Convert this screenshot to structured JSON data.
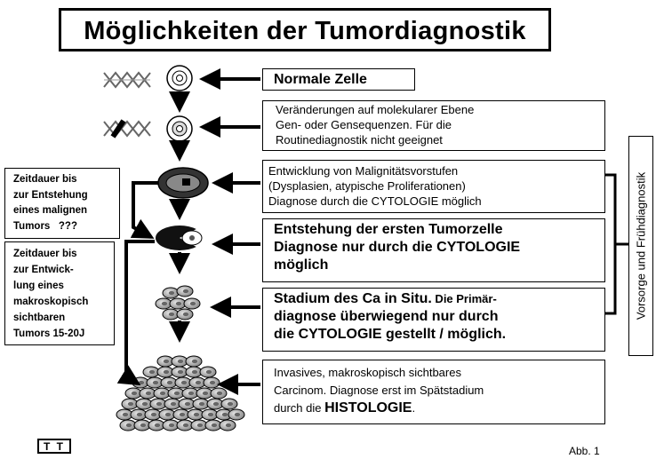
{
  "title": "Möglichkeiten der Tumordiagnostik",
  "steps": [
    {
      "lines": [
        "Normale Zelle"
      ]
    },
    {
      "lines": [
        "Veränderungen auf molekularer Ebene",
        "Gen- oder Gensequenzen. Für die",
        "Routinediagnostik nicht geeignet"
      ]
    },
    {
      "lines": [
        "Entwicklung von Malignitätsvorstufen",
        "(Dysplasien, atypische Proliferationen)",
        "Diagnose durch die CYTOLOGIE möglich"
      ]
    },
    {
      "lines": [
        "Entstehung der ersten Tumorzelle",
        "Diagnose nur durch die CYTOLOGIE",
        "möglich"
      ]
    },
    {
      "line1_bold": "Stadium des Ca in Situ.",
      "line1_rest": " Die Primär-",
      "lines": [
        "diagnose überwiegend nur durch",
        "die CYTOLOGIE gestellt / möglich."
      ]
    },
    {
      "lines": [
        "Invasives, makroskopisch sichtbares",
        "Carcinom. Diagnose erst im Spätstadium"
      ],
      "line3_prefix": "durch die ",
      "line3_bold": "HISTOLOGIE",
      "line3_suffix": "."
    }
  ],
  "side_notes": [
    {
      "lines": [
        "Zeitdauer bis",
        "zur Entstehung",
        "eines malignen",
        "Tumors   ???"
      ]
    },
    {
      "lines": [
        "Zeitdauer bis",
        "zur Entwick-",
        "lung eines",
        "makroskopisch",
        "sichtbaren",
        "Tumors 15-20J"
      ]
    }
  ],
  "vertical_label": "Vorsorge und Frühdiagnostik",
  "initials": "T T",
  "figure_label": "Abb. 1"
}
